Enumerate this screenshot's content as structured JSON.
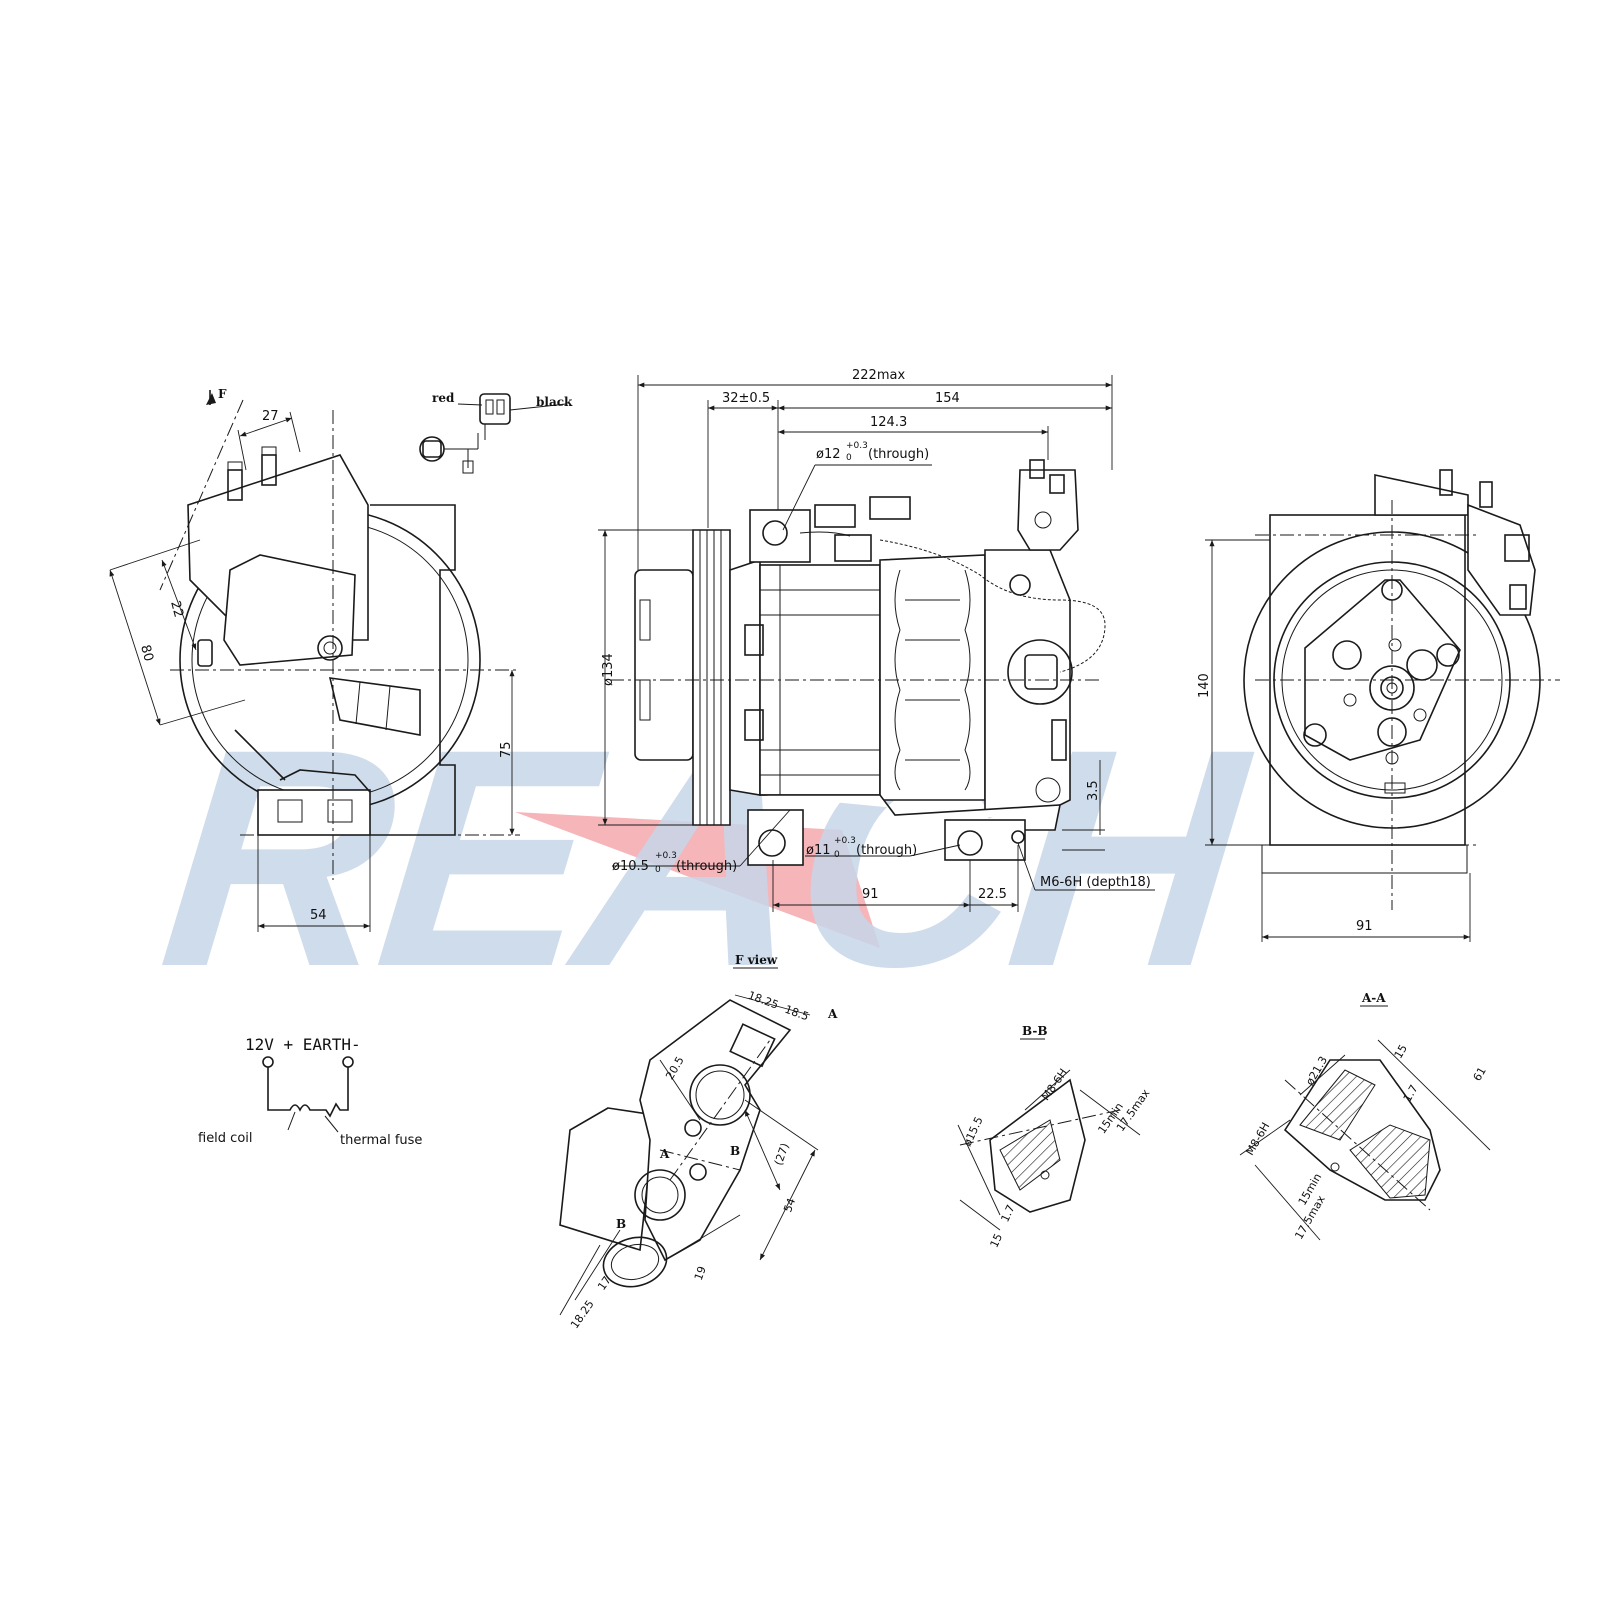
{
  "watermark": {
    "text": "REACH",
    "color": "#c7d6e8",
    "swoosh_color": "#f2a3a8"
  },
  "connector": {
    "red": "red",
    "black": "black"
  },
  "front_view": {
    "view_arrow": "F",
    "dim_27": "27",
    "dim_22": "22",
    "dim_80": "80",
    "dim_75": "75",
    "dim_54": "54"
  },
  "side_view": {
    "dim_overall": "222max",
    "dim_32": "32±0.5",
    "dim_154": "154",
    "dim_124": "124.3",
    "hole_12": "ø12",
    "hole_12_tol": "+0.3",
    "hole_12_tol_lo": "0",
    "hole_12_note": "(through)",
    "dia_134": "ø134",
    "dim_3_5": "3.5",
    "hole_10": "ø10.5",
    "hole_10_tol": "+0.3",
    "hole_10_tol_lo": "0",
    "hole_10_note": "(through)",
    "hole_11": "ø11",
    "hole_11_tol": "+0.3",
    "hole_11_tol_lo": "0",
    "hole_11_note": "(through)",
    "thread": "M6-6H (depth18)",
    "dim_91": "91",
    "dim_22_5": "22.5"
  },
  "rear_view": {
    "dim_140": "140",
    "dim_91": "91"
  },
  "wiring": {
    "voltage": "12V  +  EARTH-",
    "field_coil": "field coil",
    "thermal_fuse": "thermal fuse"
  },
  "f_view": {
    "title": "F view",
    "section_a": "A",
    "section_b": "B",
    "dim_18_25_top": "18.25",
    "dim_18_5": "18.5",
    "dim_20_5": "20.5",
    "dim_27": "(27)",
    "dim_54": "54",
    "dim_19": "19",
    "dim_17": "17",
    "dim_18_25_bot": "18.25"
  },
  "section_bb": {
    "title": "B-B",
    "thread": "M8-6H",
    "dia": "ø15.5",
    "d_17_5": "17.5max",
    "d_15min": "15min",
    "d_1_7": "1.7",
    "d_15": "15"
  },
  "section_aa": {
    "title": "A-A",
    "dia": "ø21.3",
    "d_15": "15",
    "d_61": "61",
    "d_1_7": "1.7",
    "thread": "M8-6H",
    "d_15min": "15min",
    "d_17_5": "17.5max"
  }
}
